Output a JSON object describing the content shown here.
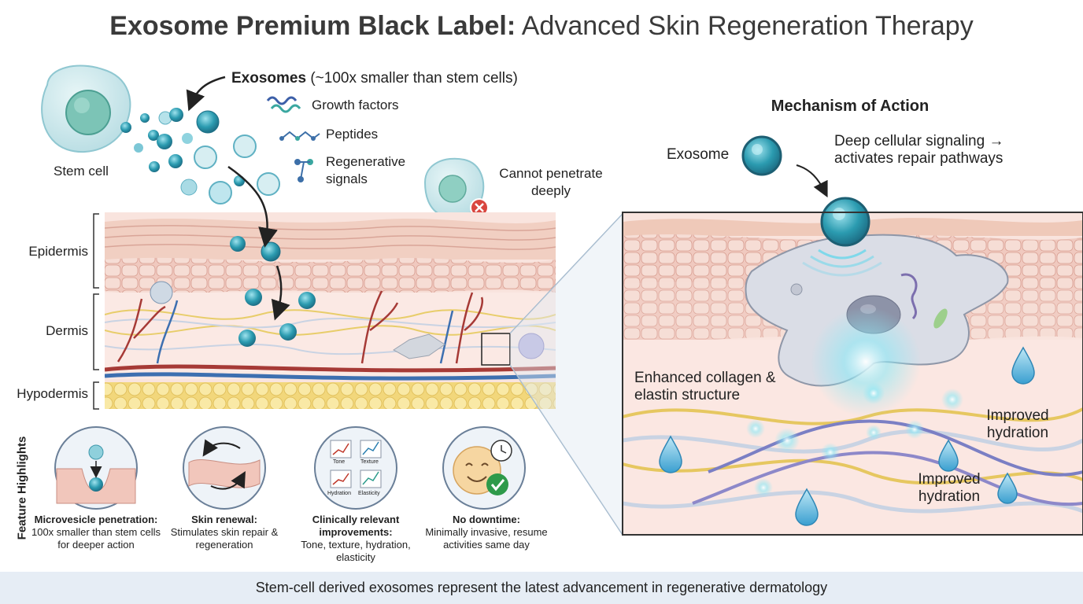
{
  "title": {
    "bold": "Exosome Premium Black Label:",
    "rest": " Advanced Skin Regeneration Therapy"
  },
  "left": {
    "stem_cell_label": "Stem cell",
    "exosomes_bold": "Exosomes",
    "exosomes_rest": " (~100x smaller than stem cells)",
    "cargo": [
      "Growth factors",
      "Peptides",
      "Regenerative signals"
    ],
    "cannot_penetrate": "Cannot penetrate deeply",
    "layers": [
      "Epidermis",
      "Dermis",
      "Hypodermis"
    ]
  },
  "features": {
    "heading": "Feature Highlights",
    "items": [
      {
        "title": "Microvesicle penetration:",
        "text": "100x smaller than stem cells for deeper action"
      },
      {
        "title": "Skin renewal:",
        "text": "Stimulates skin repair & regeneration"
      },
      {
        "title": "Clinically relevant improvements:",
        "text": "Tone, texture, hydration, elasticity"
      },
      {
        "title": "No downtime:",
        "text": "Minimally invasive, resume activities same day"
      }
    ],
    "chart_labels": [
      "Tone",
      "Texture",
      "Hydration",
      "Elasticity"
    ]
  },
  "mechanism": {
    "title": "Mechanism of Action",
    "exosome_label": "Exosome",
    "signaling": "Deep cellular signaling → activates repair pathways",
    "collagen": "Enhanced collagen & elastin structure",
    "hydration_1": "Improved hydration",
    "hydration_2": "Improved hydration"
  },
  "footer": "Stem-cell derived exosomes represent the latest advancement in regenerative dermatology",
  "colors": {
    "exosome": "#2b9bb0",
    "vein": "#3d6fb0",
    "artery": "#a63a36",
    "fat": "#f3df8a",
    "skin": "#f3d6cc",
    "footer_bg": "#e6edf5"
  }
}
